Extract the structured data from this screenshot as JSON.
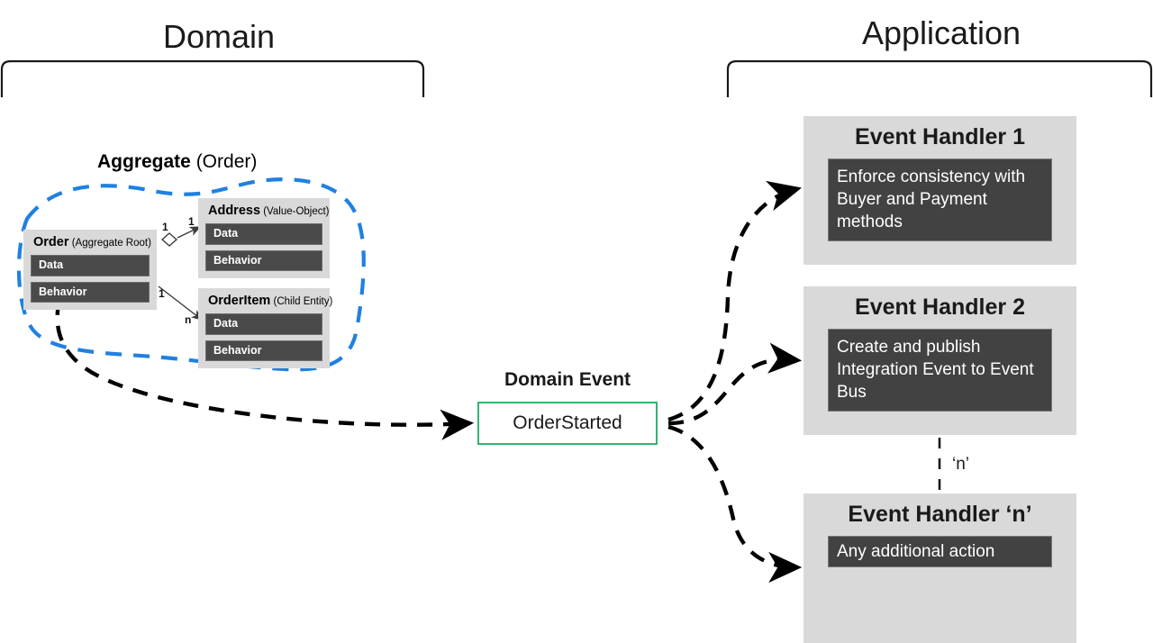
{
  "sections": {
    "domain": {
      "title": "Domain"
    },
    "application": {
      "title": "Application"
    }
  },
  "aggregate": {
    "label_strong": "Aggregate",
    "label_light": " (Order)",
    "entities": [
      {
        "name": "Order",
        "kind": " (Aggregate Root)",
        "members": [
          "Data",
          "Behavior"
        ]
      },
      {
        "name": "Address",
        "kind": " (Value-Object)",
        "members": [
          "Data",
          "Behavior"
        ]
      },
      {
        "name": "OrderItem",
        "kind": " (Child Entity)",
        "members": [
          "Data",
          "Behavior"
        ]
      }
    ],
    "relations": {
      "order_to_address_source": "1",
      "order_to_address_target": "1",
      "order_to_orderitem_source": "1",
      "order_to_orderitem_target": "n"
    }
  },
  "domain_event": {
    "title": "Domain Event",
    "name": "OrderStarted"
  },
  "handlers": [
    {
      "title": "Event Handler 1",
      "body": "Enforce consistency with Buyer and Payment methods"
    },
    {
      "title": "Event Handler 2",
      "body": "Create and publish Integration Event to Event Bus"
    },
    {
      "title": "Event Handler ‘n’",
      "body": "Any additional action"
    }
  ],
  "multiplicity_note": "‘n’",
  "colors": {
    "aggregate_boundary": "#2080e0",
    "domain_event_border": "#30b473",
    "card_background": "#d9d9d9",
    "member_background": "#4a4a4a",
    "handler_body_background": "#424242",
    "arrow": "#000000"
  }
}
